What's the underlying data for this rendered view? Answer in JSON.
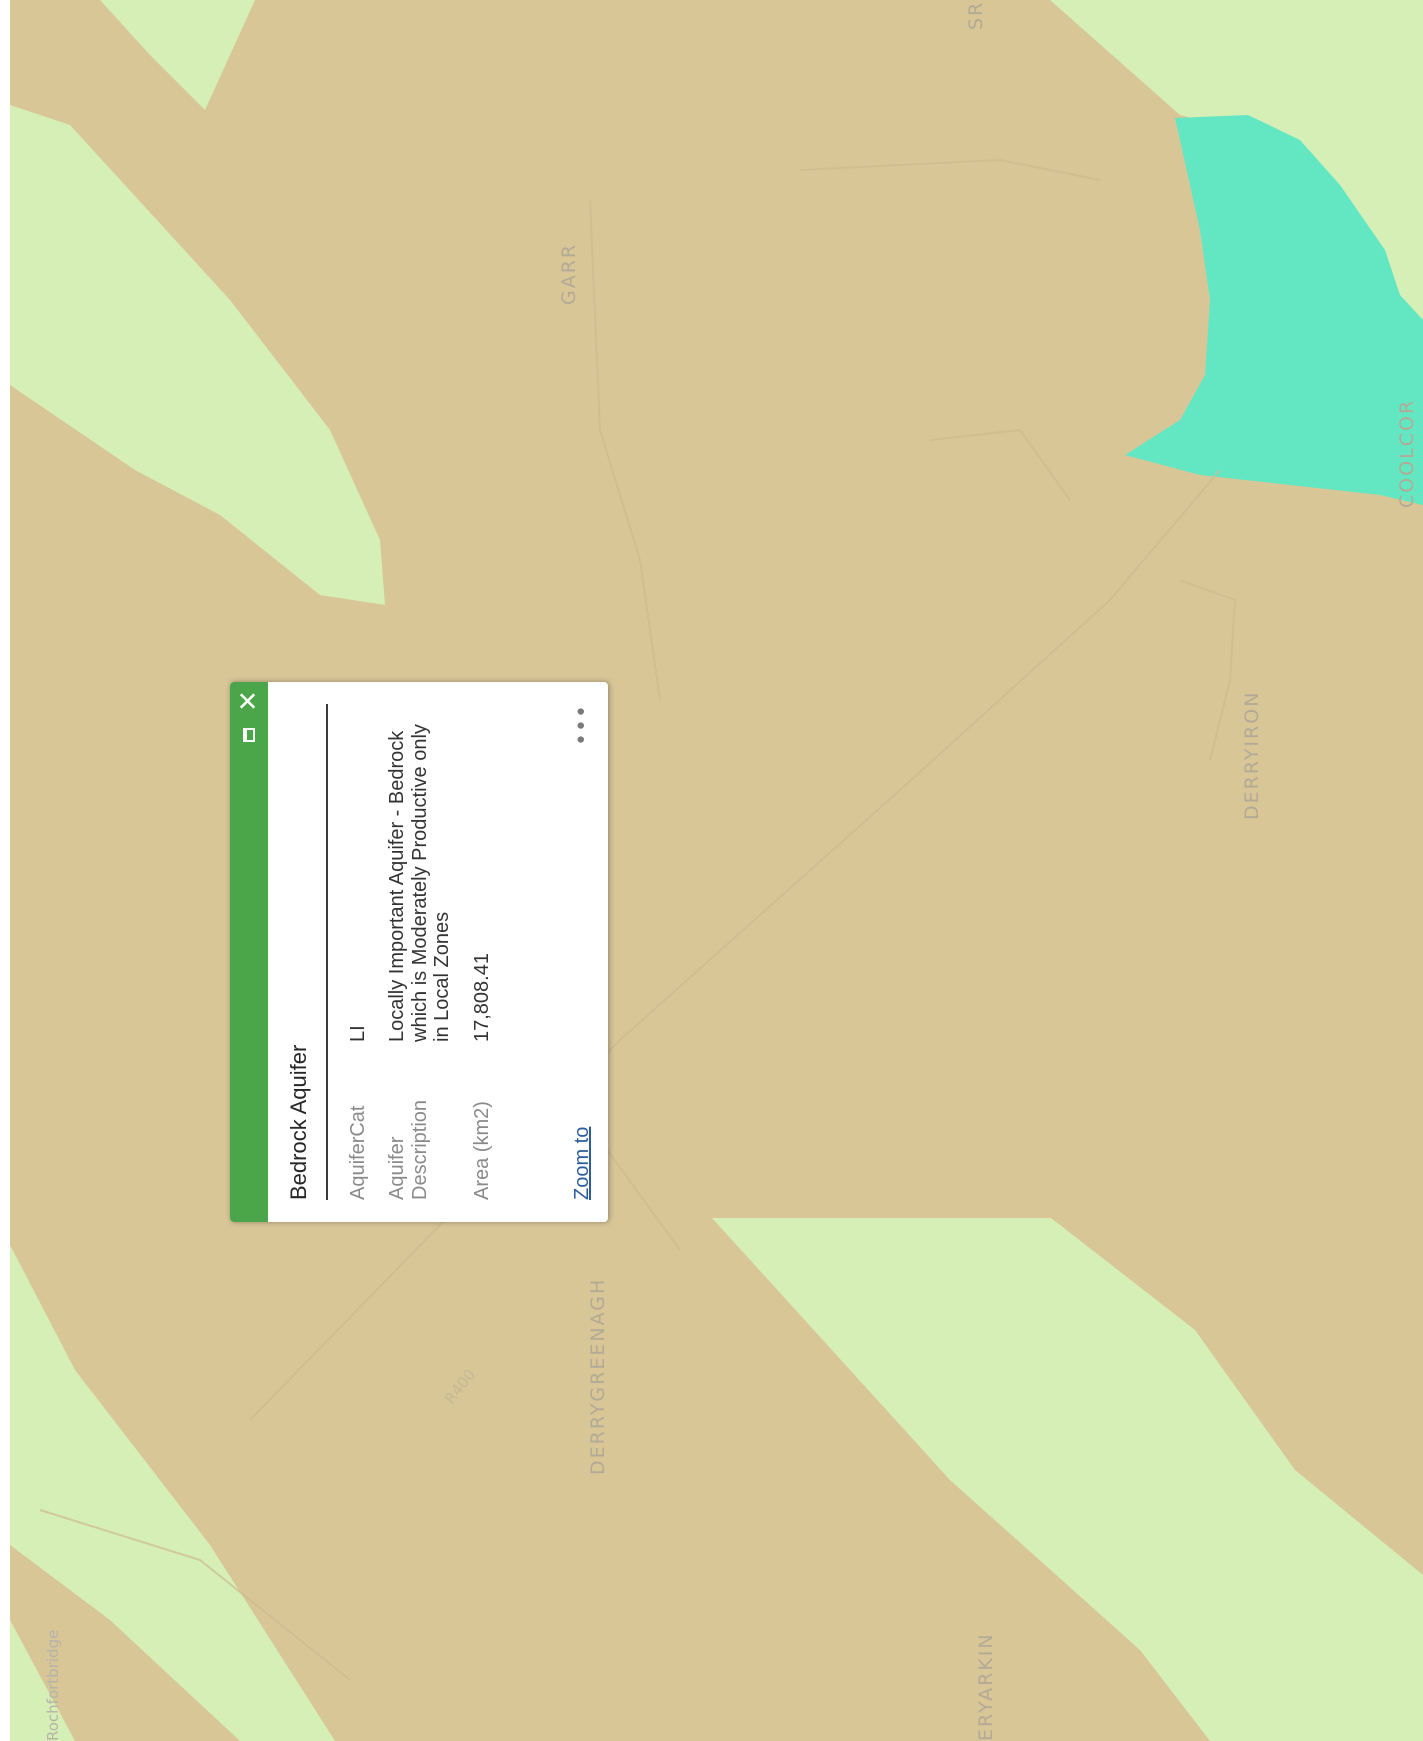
{
  "map": {
    "colors": {
      "tan_aquifer": "#d8c697",
      "light_green_aquifer": "#d5efb6",
      "teal_aquifer": "#63e7c3",
      "accent_header": "#4aa648"
    },
    "place_labels": {
      "garr": "GARR",
      "derryiron": "DERRYIRON",
      "derrygreenagh": "DERRYGREENAGH",
      "coolcor": "COOLCOR",
      "sr_partial": "SR",
      "eryarkin_partial": "ERYARKIN",
      "edge_partial": "Rochfortbridge"
    },
    "road_labels": {
      "r400": "R400"
    }
  },
  "popup": {
    "title": "Bedrock Aquifer",
    "attributes": [
      {
        "name": "AquiferCat",
        "value": "LI"
      },
      {
        "name": "Aquifer Description",
        "value": "Locally Important Aquifer - Bedrock which is Moderately Productive only in Local Zones"
      },
      {
        "name": "Area (km2)",
        "value": "17,808.41"
      }
    ],
    "footer": {
      "zoom_to": "Zoom to",
      "more": "•••"
    },
    "header_icons": {
      "maximize": "maximize-icon",
      "close": "close-icon",
      "close_glyph": "✕"
    }
  }
}
